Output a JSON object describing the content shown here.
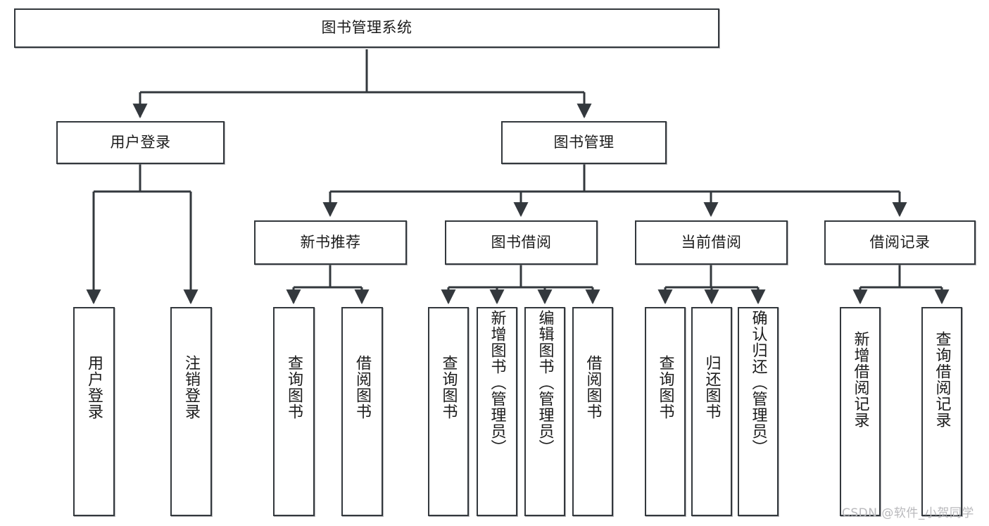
{
  "diagram": {
    "title": "图书管理系统",
    "type": "tree",
    "watermark": "CSDN @软件_小贺同学",
    "colors": {
      "stroke": "#33383d",
      "fill": "#ffffff",
      "text": "#1b1b1b",
      "watermark": "#b9b9bc"
    },
    "root": {
      "id": "root",
      "label": "图书管理系统",
      "orientation": "horizontal"
    },
    "level2": [
      {
        "id": "user-login",
        "label": "用户登录",
        "orientation": "horizontal"
      },
      {
        "id": "book-manage",
        "label": "图书管理",
        "orientation": "horizontal"
      }
    ],
    "level3": [
      {
        "id": "new-book-rec",
        "label": "新书推荐",
        "parent": "book-manage",
        "orientation": "horizontal"
      },
      {
        "id": "book-borrow",
        "label": "图书借阅",
        "parent": "book-manage",
        "orientation": "horizontal"
      },
      {
        "id": "current-borrow",
        "label": "当前借阅",
        "parent": "book-manage",
        "orientation": "horizontal"
      },
      {
        "id": "borrow-record",
        "label": "借阅记录",
        "parent": "book-manage",
        "orientation": "horizontal"
      }
    ],
    "leaves": [
      {
        "id": "leaf-user-login",
        "label": "用户登录",
        "parent": "user-login",
        "orientation": "vertical"
      },
      {
        "id": "leaf-user-logout",
        "label": "注销登录",
        "parent": "user-login",
        "orientation": "vertical"
      },
      {
        "id": "leaf-query-book-1",
        "label": "查询图书",
        "parent": "new-book-rec",
        "orientation": "vertical"
      },
      {
        "id": "leaf-borrow-book-1",
        "label": "借阅图书",
        "parent": "new-book-rec",
        "orientation": "vertical"
      },
      {
        "id": "leaf-query-book-2",
        "label": "查询图书",
        "parent": "book-borrow",
        "orientation": "vertical"
      },
      {
        "id": "leaf-add-book",
        "label": "新增图书（管理员）",
        "parent": "book-borrow",
        "orientation": "vertical"
      },
      {
        "id": "leaf-edit-book",
        "label": "编辑图书（管理员）",
        "parent": "book-borrow",
        "orientation": "vertical"
      },
      {
        "id": "leaf-borrow-book-2",
        "label": "借阅图书",
        "parent": "book-borrow",
        "orientation": "vertical"
      },
      {
        "id": "leaf-query-book-3",
        "label": "查询图书",
        "parent": "current-borrow",
        "orientation": "vertical"
      },
      {
        "id": "leaf-return-book",
        "label": "归还图书",
        "parent": "current-borrow",
        "orientation": "vertical"
      },
      {
        "id": "leaf-confirm-return",
        "label": "确认归还（管理员）",
        "parent": "current-borrow",
        "orientation": "vertical"
      },
      {
        "id": "leaf-add-record",
        "label": "新增借阅记录",
        "parent": "borrow-record",
        "orientation": "vertical"
      },
      {
        "id": "leaf-query-record",
        "label": "查询借阅记录",
        "parent": "borrow-record",
        "orientation": "vertical"
      }
    ]
  }
}
